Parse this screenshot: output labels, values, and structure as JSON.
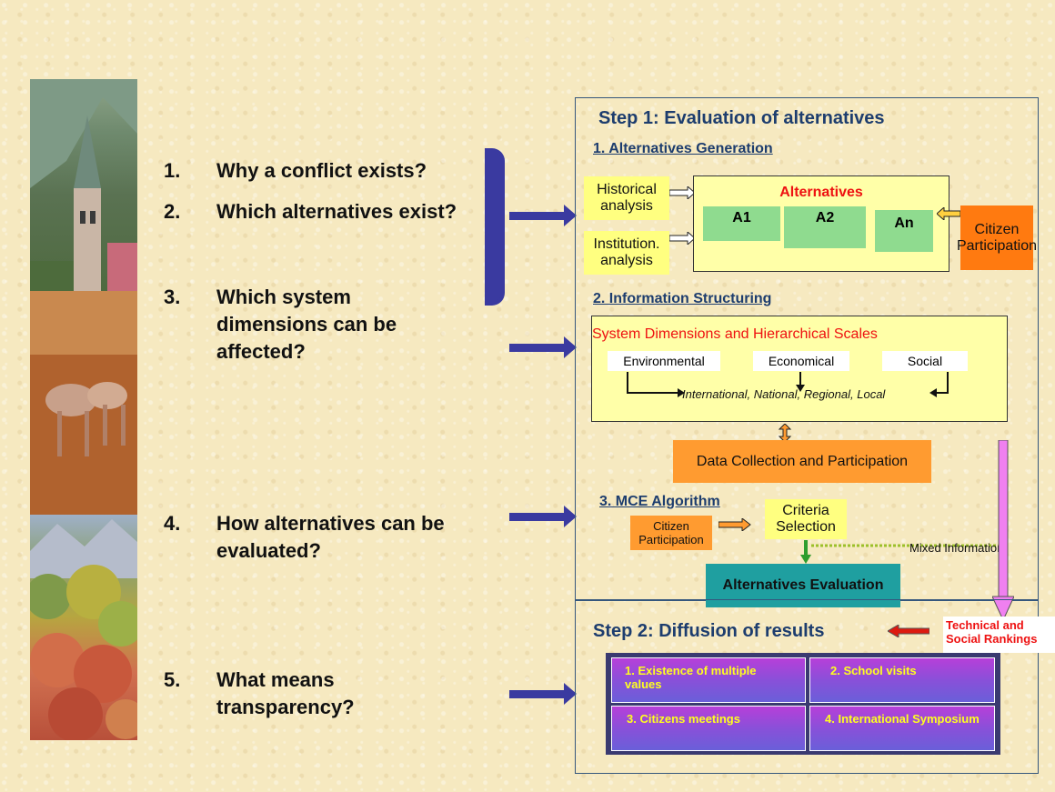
{
  "questions": [
    {
      "num": "1.",
      "text": "Why a conflict exists?"
    },
    {
      "num": "2.",
      "text": "Which alternatives exist?"
    },
    {
      "num": "3.",
      "text": "Which system dimensions can be affected?"
    },
    {
      "num": "4.",
      "text": "How alternatives can be evaluated?"
    },
    {
      "num": "5.",
      "text": "What means transparency?"
    }
  ],
  "step1": {
    "title": "Step 1: Evaluation of alternatives",
    "sec1": {
      "title": "1. Alternatives Generation",
      "historical": "Historical analysis",
      "institutional": "Institution. analysis",
      "alternatives_title": "Alternatives",
      "a1": "A1",
      "a2": "A2",
      "an": "An",
      "citizen": "Citizen Participation"
    },
    "sec2": {
      "title": "2. Information Structuring",
      "box_title": "System Dimensions and Hierarchical Scales",
      "env": "Environmental",
      "eco": "Economical",
      "soc": "Social",
      "scales": "International, National, Regional, Local",
      "data_collection": "Data Collection and Participation"
    },
    "sec3": {
      "title": "3. MCE Algorithm",
      "citizen": "Citizen Participation",
      "criteria": "Criteria Selection",
      "mixed": "Mixed Information",
      "evaluation": "Alternatives Evaluation"
    }
  },
  "rankings": "Technical and Social Rankings",
  "step2": {
    "title": "Step 2: Diffusion of results",
    "items": [
      "1.        Existence of multiple values",
      "2. School visits",
      "3. Citizens meetings",
      "4. International Symposium"
    ]
  }
}
